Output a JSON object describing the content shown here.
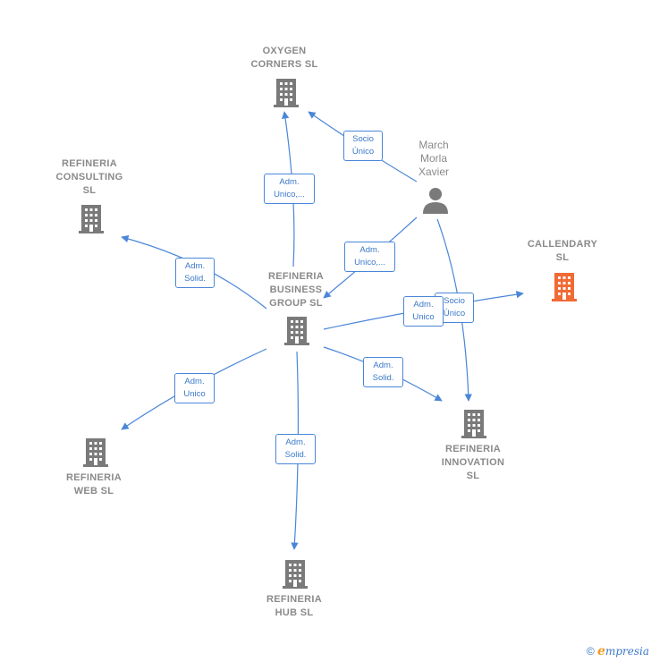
{
  "nodes": {
    "oxygen": {
      "label": "OXYGEN\nCORNERS  SL",
      "color": "#7a7a7a"
    },
    "consulting": {
      "label": "REFINERIA\nCONSULTING\nSL",
      "color": "#7a7a7a"
    },
    "business": {
      "label": "REFINERIA\nBUSINESS\nGROUP  SL",
      "color": "#7a7a7a"
    },
    "callendary": {
      "label": "CALLENDARY\nSL",
      "color": "#f26a35"
    },
    "web": {
      "label": "REFINERIA\nWEB SL",
      "color": "#7a7a7a"
    },
    "innovation": {
      "label": "REFINERIA\nINNOVATION\nSL",
      "color": "#7a7a7a"
    },
    "hub": {
      "label": "REFINERIA\nHUB  SL",
      "color": "#7a7a7a"
    }
  },
  "person": {
    "label": "March\nMorla\nXavier",
    "icon": "person-icon"
  },
  "edge_labels": {
    "socio_unico_oxygen": "Socio\nÚnico",
    "adm_unico_oxygen": "Adm.\nUnico,...",
    "adm_unico_business": "Adm.\nUnico,...",
    "adm_solid_consulting": "Adm.\nSolid.",
    "socio_unico_innovation": "Socio\nÚnico",
    "adm_unico_callendary": "Adm.\nUnico",
    "adm_solid_innovation": "Adm.\nSolid.",
    "adm_unico_web": "Adm.\nUnico",
    "adm_solid_hub": "Adm.\nSolid."
  },
  "colors": {
    "edge": "#4a86d8",
    "company": "#7a7a7a",
    "highlight": "#f26a35"
  },
  "footer": {
    "copyright": "©",
    "brand_e": "e",
    "brand": "mpresia"
  }
}
